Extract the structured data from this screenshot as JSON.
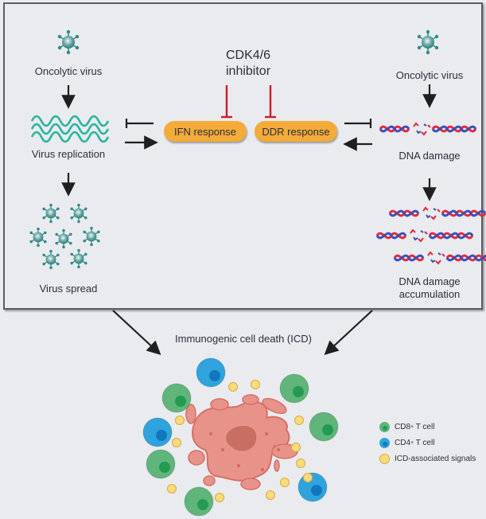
{
  "left_branch": {
    "virus_label": "Oncolytic virus",
    "replication_label": "Virus replication",
    "spread_label": "Virus spread"
  },
  "center": {
    "inhibitor_line1": "CDK4/6",
    "inhibitor_line2": "inhibitor",
    "ifn_label": "IFN response",
    "ddr_label": "DDR response"
  },
  "right_branch": {
    "virus_label": "Oncolytic virus",
    "damage_label": "DNA damage",
    "accumulation_line1": "DNA damage",
    "accumulation_line2": "accumulation"
  },
  "outcome": {
    "label": "Immunogenic cell death (ICD)"
  },
  "legend": [
    {
      "label": "CD8",
      "sup": "+",
      "suffix": " T cell",
      "color": "#5fb57a"
    },
    {
      "label": "CD4",
      "sup": "+",
      "suffix": " T cell",
      "color": "#2ea3dd"
    },
    {
      "label": "ICD-associated signals",
      "sup": "",
      "suffix": "",
      "color": "#f6dc7c"
    }
  ],
  "colors": {
    "virus": "#2e8b8b",
    "rna_wave": "#2ab59c",
    "dna_red": "#e8263c",
    "dna_blue": "#3b4fb5",
    "inhibitor": "#c8202f",
    "pill": "#f4ab3a",
    "tumor": "#e8938a",
    "cd8": "#5fb57a",
    "cd4": "#2ea3dd",
    "signal": "#f6dc7c"
  }
}
